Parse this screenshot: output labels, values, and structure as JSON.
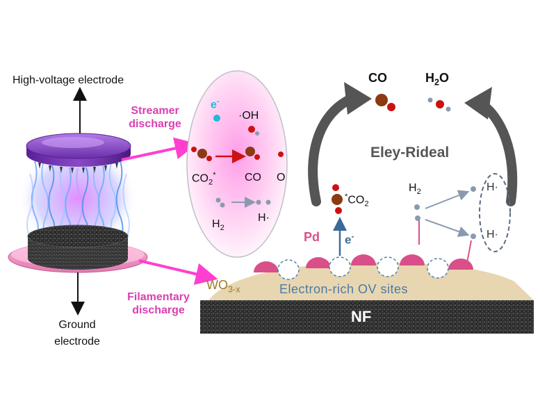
{
  "labels": {
    "high_voltage": "High-voltage  electrode",
    "ground_line1": "Ground",
    "ground_line2": "electrode",
    "streamer_line1": "Streamer",
    "streamer_line2": "discharge",
    "filamentary_line1": "Filamentary",
    "filamentary_line2": "discharge",
    "electron": "e",
    "electron_charge": "-",
    "oh_radical": "·OH",
    "co2_star": "CO",
    "co2_star_sub": "2",
    "co2_star_sup": "*",
    "co_in_plasma": "CO",
    "o_atom": "O",
    "h2_plasma": "H",
    "h2_plasma_sub": "2",
    "h_radical_plasma": "H·",
    "product_co": "CO",
    "product_h2o": "H",
    "product_h2o_sub": "2",
    "product_h2o_tail": "O",
    "eley_rideal": "Eley-Rideal",
    "adsorbed_co2_star": "*",
    "adsorbed_co2_base": "CO",
    "adsorbed_co2_sub": "2",
    "h2_surface": "H",
    "h2_surface_sub": "2",
    "h_radical_1": "H·",
    "h_radical_2": "H·",
    "pd": "Pd",
    "electron_transfer": "e",
    "electron_transfer_charge": "-",
    "wo3": "WO",
    "wo3_sub": "3-x",
    "ov_sites": "Electron-rich OV sites",
    "substrate": "NF"
  },
  "colors": {
    "pink_text": "#d93fb0",
    "arrow_magenta": "#ff3fd0",
    "carbon_brown": "#8b3a12",
    "oxygen_red": "#cc1111",
    "hydrogen_grey": "#8a9aae",
    "electron_cyan": "#22b8d8",
    "pd_pink": "#d94f8a",
    "wo3_tan": "#e8d6b0",
    "ov_blue": "#5080a8",
    "electrode_purple": "#7a3ab8",
    "nf_dark": "#2b2b2b"
  }
}
